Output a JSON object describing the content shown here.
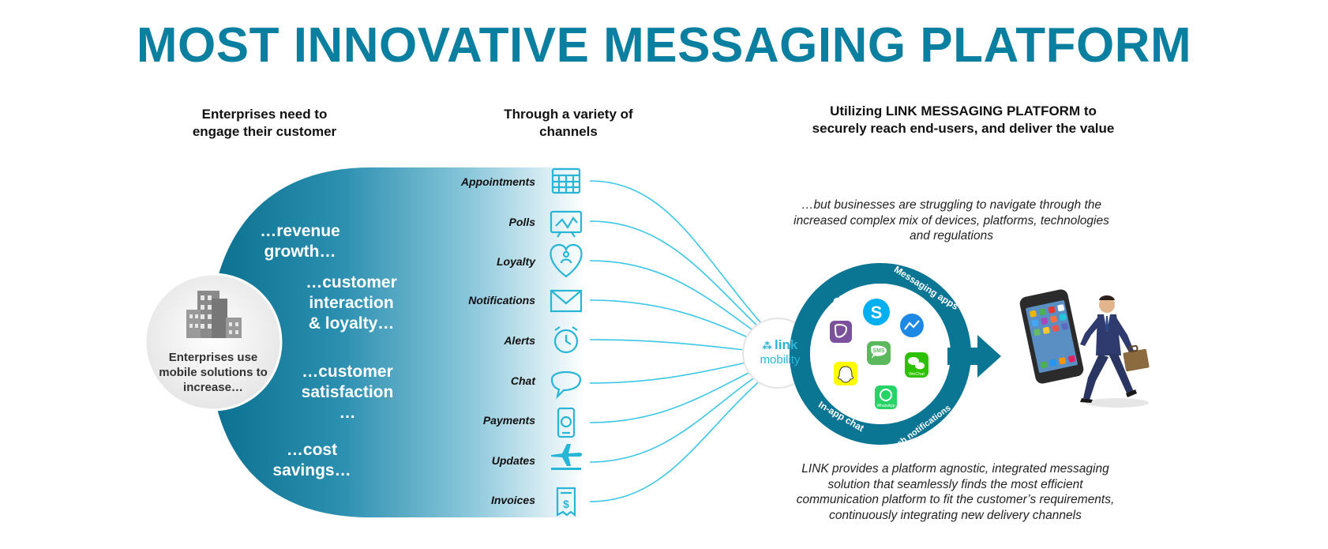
{
  "title": "MOST INNOVATIVE MESSAGING PLATFORM",
  "columns": {
    "left_header_line1": "Enterprises need to",
    "left_header_line2": "engage their customer",
    "middle_header_line1": "Through a variety of",
    "middle_header_line2": "channels",
    "right_header_line1": "Utilizing LINK MESSAGING PLATFORM to",
    "right_header_line2": "securely reach end-users, and deliver the value"
  },
  "enterprise_circle": {
    "line1": "Enterprises use",
    "line2": "mobile solutions to",
    "line3": "increase…"
  },
  "benefits": [
    {
      "line1": "…revenue",
      "line2": "growth…",
      "line3": ""
    },
    {
      "line1": "…customer",
      "line2": "interaction",
      "line3": "& loyalty…"
    },
    {
      "line1": "…customer",
      "line2": "satisfaction",
      "line3": "…"
    },
    {
      "line1": "…cost",
      "line2": "savings…",
      "line3": ""
    }
  ],
  "channels": [
    {
      "label": "Appointments",
      "icon": "calendar-icon"
    },
    {
      "label": "Polls",
      "icon": "chart-monitor-icon"
    },
    {
      "label": "Loyalty",
      "icon": "heart-icon"
    },
    {
      "label": "Notifications",
      "icon": "envelope-icon"
    },
    {
      "label": "Alerts",
      "icon": "alarm-clock-icon"
    },
    {
      "label": "Chat",
      "icon": "speech-bubble-icon"
    },
    {
      "label": "Payments",
      "icon": "mobile-payment-icon"
    },
    {
      "label": "Updates",
      "icon": "airplane-icon"
    },
    {
      "label": "Invoices",
      "icon": "receipt-icon"
    }
  ],
  "link_logo": {
    "line1": "link",
    "line2": "mobility"
  },
  "struggle_text": {
    "line1": "…but businesses are struggling to navigate through the",
    "line2": "increased complex mix of devices, platforms, technologies",
    "line3": "and regulations"
  },
  "ring_labels": {
    "sms": "SMS",
    "messaging_apps": "Messaging apps",
    "in_app_chat": "In-app chat",
    "push_notifications": "Push notifications"
  },
  "app_icons": [
    {
      "name": "viber-icon",
      "label": "",
      "color": "#7b519d"
    },
    {
      "name": "skype-icon",
      "label": "",
      "color": "#00aff0"
    },
    {
      "name": "messenger-icon",
      "label": "",
      "color": "#1e88e5"
    },
    {
      "name": "sms-icon",
      "label": "SMS",
      "color": "#5cb85c"
    },
    {
      "name": "snapchat-icon",
      "label": "",
      "color": "#fffc00"
    },
    {
      "name": "wechat-icon",
      "label": "WeChat",
      "color": "#2dc100"
    },
    {
      "name": "whatsapp-icon",
      "label": "WhatsApp",
      "color": "#25d366"
    }
  ],
  "link_provides_text": {
    "line1": "LINK provides a platform agnostic, integrated messaging",
    "line2": "solution that seamlessly finds the most efficient",
    "line3": "communication platform to fit the customer’s requirements,",
    "line4": "continuously integrating new delivery channels"
  },
  "colors": {
    "brand_teal": "#0a7f9f",
    "ring_teal": "#0b7594",
    "icon_cyan": "#29b6d6",
    "line_cyan": "#3cc7e6"
  }
}
